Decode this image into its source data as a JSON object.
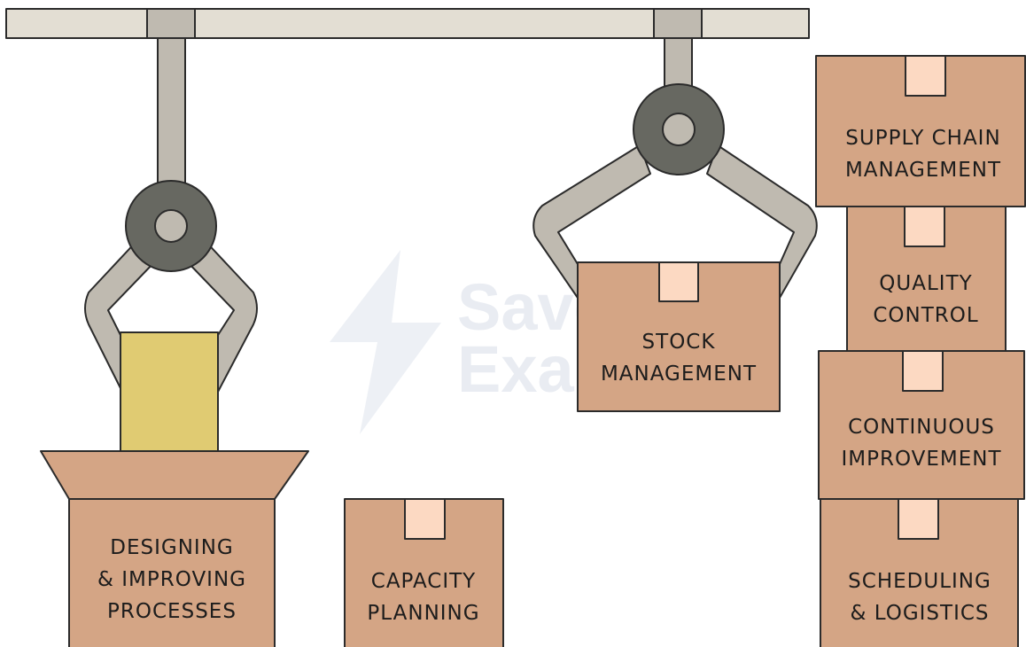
{
  "watermark": {
    "line1": "Save My",
    "line2": "Exams"
  },
  "boxes": [
    {
      "id": "designing",
      "lines": [
        "DESIGNING",
        "& IMPROVING",
        "PROCESSES"
      ]
    },
    {
      "id": "capacity",
      "lines": [
        "CAPACITY",
        "PLANNING"
      ]
    },
    {
      "id": "stock",
      "lines": [
        "STOCK",
        "MANAGEMENT"
      ]
    },
    {
      "id": "supply",
      "lines": [
        "SUPPLY CHAIN",
        "MANAGEMENT"
      ]
    },
    {
      "id": "quality",
      "lines": [
        "QUALITY",
        "CONTROL"
      ]
    },
    {
      "id": "continuous",
      "lines": [
        "CONTINUOUS",
        "IMPROVEMENT"
      ]
    },
    {
      "id": "scheduling",
      "lines": [
        "SCHEDULING",
        "& LOGISTICS"
      ]
    }
  ],
  "colors": {
    "box": "#d4a585",
    "box_tape": "#fcd9c2",
    "item": "#e0cb72",
    "rail": "#e3ded3",
    "arm": "#bfbab0",
    "hub": "#676861",
    "outline": "#2b2b2b"
  }
}
